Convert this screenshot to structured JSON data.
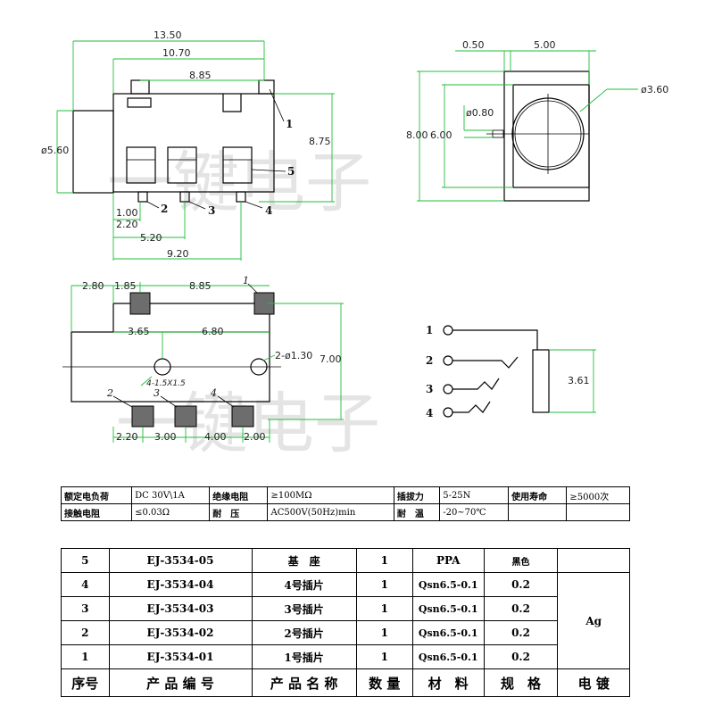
{
  "watermark": "一键电子",
  "drawing": {
    "top_view": {
      "dims": {
        "overall": "13.50",
        "body": "10.70",
        "tab": "8.85",
        "diameter": "ø5.60",
        "height": "8.75",
        "p1": "1.00",
        "p2": "2.20",
        "p3": "5.20",
        "p4": "9.20"
      },
      "pins": [
        "1",
        "2",
        "3",
        "4",
        "5"
      ]
    },
    "side_view": {
      "dims": {
        "flange": "0.50",
        "width": "5.00",
        "hole": "ø3.60",
        "outer": "8.00",
        "inner": "6.00",
        "pin": "ø0.80"
      }
    },
    "pcb_layout": {
      "dims": {
        "offset": "2.80",
        "pad": "1.85",
        "spacing": "8.85",
        "a": "3.65",
        "b": "6.80",
        "holes": "2-ø1.30",
        "height": "7.00",
        "pads_note": "4-1.5X1.5",
        "c": "2.20",
        "d": "3.00",
        "e": "4.00",
        "f": "2.00"
      },
      "pins": [
        "1",
        "2",
        "3",
        "4"
      ]
    },
    "schematic": {
      "pins": [
        "1",
        "2",
        "3",
        "4"
      ],
      "dim": "3.61"
    }
  },
  "spec_table": {
    "rows": [
      [
        "额定电负荷",
        "DC 30V\\1A",
        "绝缘电阻",
        "≥100MΩ",
        "插拔力",
        "5-25N",
        "使用寿命",
        "≥5000次"
      ],
      [
        "接触电阻",
        "≤0.03Ω",
        "耐　压",
        "AC500V(50Hz)min",
        "耐　温",
        "-20~70℃",
        "",
        ""
      ]
    ]
  },
  "parts_table": {
    "rows": [
      {
        "no": "5",
        "code": "EJ-3534-05",
        "name": "基　座",
        "qty": "1",
        "material": "PPA",
        "spec": "黑色"
      },
      {
        "no": "4",
        "code": "EJ-3534-04",
        "name": "4号插片",
        "qty": "1",
        "material": "Qsn6.5-0.1",
        "spec": "0.2"
      },
      {
        "no": "3",
        "code": "EJ-3534-03",
        "name": "3号插片",
        "qty": "1",
        "material": "Qsn6.5-0.1",
        "spec": "0.2"
      },
      {
        "no": "2",
        "code": "EJ-3534-02",
        "name": "2号插片",
        "qty": "1",
        "material": "Qsn6.5-0.1",
        "spec": "0.2"
      },
      {
        "no": "1",
        "code": "EJ-3534-01",
        "name": "1号插片",
        "qty": "1",
        "material": "Qsn6.5-0.1",
        "spec": "0.2"
      }
    ],
    "plating": "Ag",
    "header": [
      "序号",
      "产 品 编 号",
      "产 品 名 称",
      "数 量",
      "材　料",
      "规　格",
      "电 镀"
    ]
  }
}
